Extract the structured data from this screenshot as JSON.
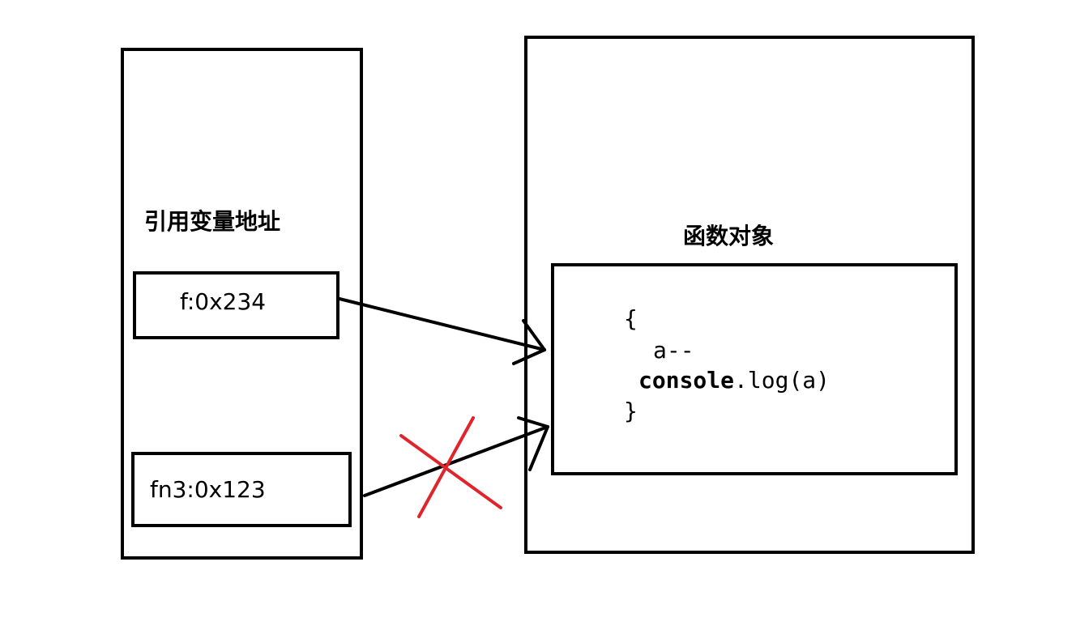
{
  "stack": {
    "title": "引用变量地址",
    "refs": [
      {
        "text": "f:0x234"
      },
      {
        "text": "fn3:0x123"
      }
    ]
  },
  "heap": {
    "title": "函数对象",
    "code": {
      "open_brace": "{",
      "line1": "a--",
      "line2_object": "console",
      "line2_rest": ".log(a)",
      "close_brace": "}"
    }
  },
  "colors": {
    "stroke": "#000000",
    "cross": "#e0242c"
  }
}
